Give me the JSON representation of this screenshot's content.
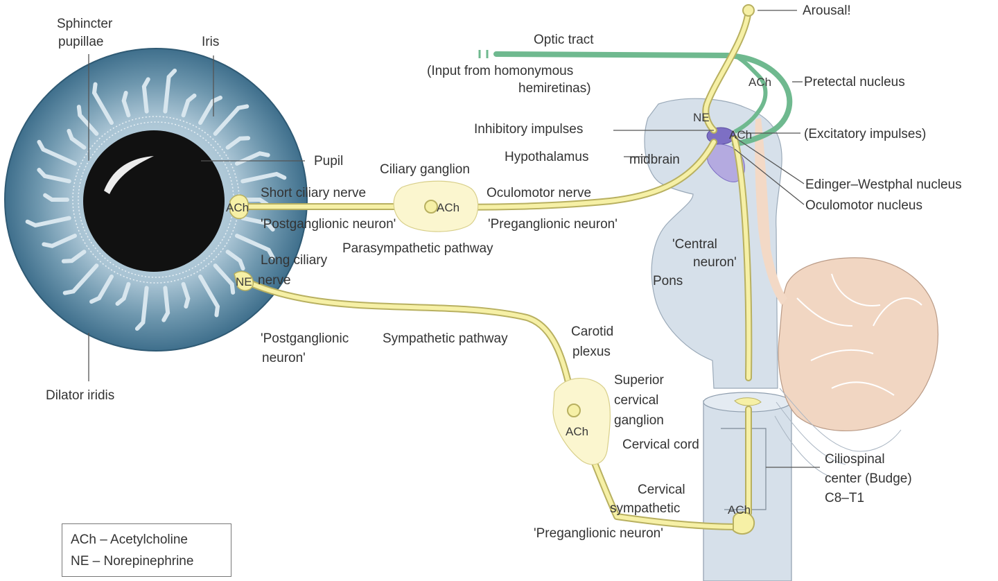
{
  "colors": {
    "nerve": "#f6f0a6",
    "nerve_outline": "#b8b060",
    "optic_tract": "#6fb98f",
    "iris_outer": "#4f7f9a",
    "iris_inner": "#a9c4d4",
    "pupil": "#111111",
    "brainstem": "#d6e0ea",
    "nucleus": "#9c90d4",
    "cerebellum": "#f1d6c2",
    "ganglion": "#fbf6cf",
    "leader": "#555555"
  },
  "labels": {
    "sphincter_pupillae_1": "Sphincter",
    "sphincter_pupillae_2": "pupillae",
    "iris": "Iris",
    "pupil": "Pupil",
    "dilator_iridis": "Dilator iridis",
    "arousal": "Arousal!",
    "optic_tract": "Optic tract",
    "input_1": "(Input from homonymous",
    "input_2": "hemiretinas)",
    "pretectal_nucleus": "Pretectal nucleus",
    "inhibitory_impulses": "Inhibitory impulses",
    "excitatory_impulses": "(Excitatory impulses)",
    "hypothalamus": "Hypothalamus",
    "midbrain": "midbrain",
    "edinger_westphal": "Edinger–Westphal nucleus",
    "oculomotor_nucleus": "Oculomotor nucleus",
    "ciliary_ganglion": "Ciliary ganglion",
    "short_ciliary_nerve": "Short ciliary nerve",
    "oculomotor_nerve": "Oculomotor nerve",
    "postganglionic_top": "'Postganglionic neuron'",
    "preganglionic_top": "'Preganglionic neuron'",
    "parasympathetic_pathway": "Parasympathetic pathway",
    "long_ciliary_1": "Long ciliary",
    "long_ciliary_2": "nerve",
    "central_neuron_1": "'Central",
    "central_neuron_2": "neuron'",
    "pons": "Pons",
    "postganglionic_bottom_1": "'Postganglionic",
    "postganglionic_bottom_2": "neuron'",
    "sympathetic_pathway": "Sympathetic pathway",
    "carotid_plexus_1": "Carotid",
    "carotid_plexus_2": "plexus",
    "superior_cervical_1": "Superior",
    "superior_cervical_2": "cervical",
    "superior_cervical_3": "ganglion",
    "cervical_cord": "Cervical cord",
    "ciliospinal_1": "Ciliospinal",
    "ciliospinal_2": "center (Budge)",
    "ciliospinal_3": "C8–T1",
    "cervical_sympathetic_1": "Cervical",
    "cervical_sympathetic_2": "sympathetic",
    "preganglionic_bottom": "'Preganglionic neuron'"
  },
  "transmitters": {
    "ach_eye": "ACh",
    "ach_ciliary": "ACh",
    "ach_pretectal": "ACh",
    "ach_ew": "ACh",
    "ne_hypothalamic": "NE",
    "ne_eye": "NE",
    "ach_superior_cervical": "ACh",
    "ach_ciliospinal": "ACh"
  },
  "legend": {
    "line1": "ACh – Acetylcholine",
    "line2": "NE – Norepinephrine"
  }
}
